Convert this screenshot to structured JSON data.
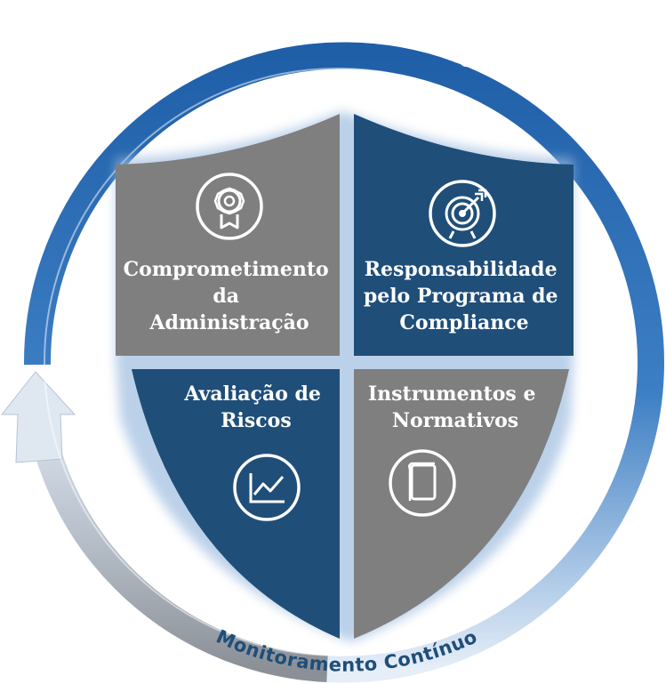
{
  "cycle": {
    "top_label": "Monitoramento Contínuo",
    "bottom_label": "Monitoramento Contínuo"
  },
  "quadrants": {
    "top_left": {
      "lines": [
        "Comprometimento",
        "da",
        "Administração"
      ],
      "icon": "award-ribbon-icon",
      "color": "#7f7f7f"
    },
    "top_right": {
      "lines": [
        "Responsabilidade",
        "pelo Programa de",
        "Compliance"
      ],
      "icon": "target-icon",
      "color": "#1f4e79"
    },
    "bottom_left": {
      "lines": [
        "Avaliação de",
        "Riscos"
      ],
      "icon": "line-chart-icon",
      "color": "#1f4e79"
    },
    "bottom_right": {
      "lines": [
        "Instrumentos e",
        "Normativos"
      ],
      "icon": "book-icon",
      "color": "#7f7f7f"
    }
  },
  "colors": {
    "ring_blue": "#2e6db4",
    "ring_light": "#c9d6e6",
    "ring_gray": "#9aa0a8",
    "shield_blue": "#1f4e79",
    "shield_gray": "#7f7f7f"
  }
}
